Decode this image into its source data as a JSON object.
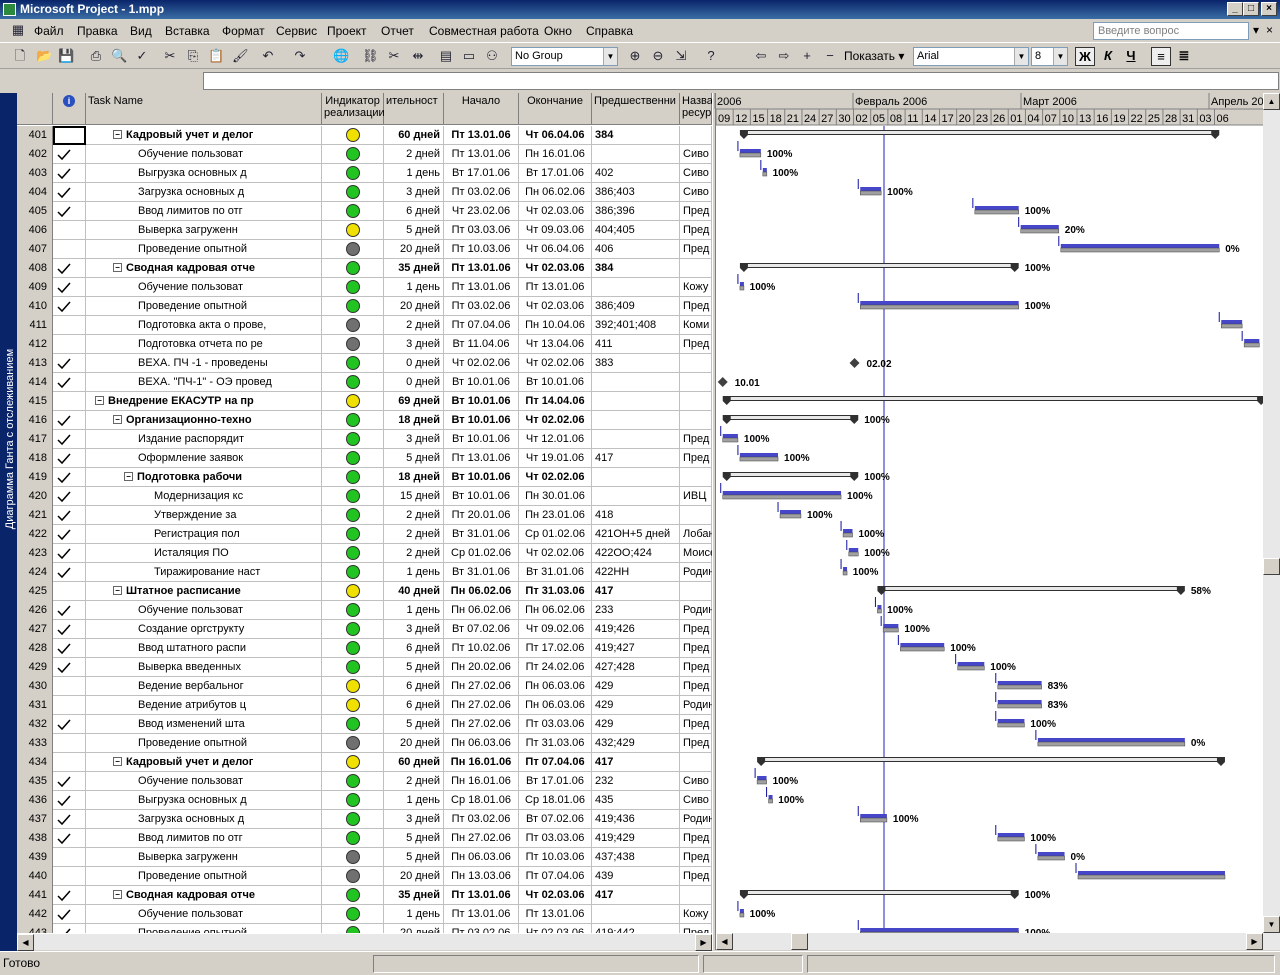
{
  "window": {
    "title": "Microsoft Project - 1.mpp"
  },
  "menu": [
    "Файл",
    "Правка",
    "Вид",
    "Вставка",
    "Формат",
    "Сервис",
    "Проект",
    "Отчет",
    "Совместная работа",
    "Окно",
    "Справка"
  ],
  "ask_placeholder": "Введите вопрос",
  "toolbar": {
    "group_value": "No Group",
    "show_label": "Показать",
    "font_value": "Arial",
    "size_value": "8",
    "bold": "Ж",
    "italic": "К",
    "underline": "Ч"
  },
  "view_bar_label": "Диаграмма Ганта с отслеживанием",
  "columns": {
    "info": "ℹ",
    "name": "Task Name",
    "indicator": "Индикатор реализации",
    "duration": "ительност",
    "start": "Начало",
    "finish": "Окончание",
    "pred": "Предшественни",
    "res": "Назва ресур"
  },
  "timescale": {
    "months": [
      "2006",
      "Февраль 2006",
      "Март 2006",
      "Апрель 20"
    ],
    "days": [
      "09",
      "12",
      "15",
      "18",
      "21",
      "24",
      "27",
      "30",
      "02",
      "05",
      "08",
      "11",
      "14",
      "17",
      "20",
      "23",
      "26",
      "01",
      "04",
      "07",
      "10",
      "13",
      "16",
      "19",
      "22",
      "25",
      "28",
      "31",
      "03",
      "06"
    ]
  },
  "colors": {
    "green": "#22c422",
    "yellow": "#f0e000",
    "gray": "#707070",
    "bar": "#4646c8",
    "summary": "#303030"
  },
  "tasks": [
    {
      "id": "401",
      "check": false,
      "name": "Кадровый учет и делог",
      "lvl": 2,
      "sum": true,
      "ind": "yellow",
      "dur": "60 дней",
      "start": "Пт 13.01.06",
      "finish": "Чт 06.04.06",
      "pred": "384",
      "res": "",
      "lab": ""
    },
    {
      "id": "402",
      "check": true,
      "name": "Обучение пользоват",
      "lvl": 3,
      "sum": false,
      "ind": "green",
      "dur": "2 дней",
      "start": "Пт 13.01.06",
      "finish": "Пн 16.01.06",
      "pred": "",
      "res": "Сиво",
      "lab": "100%"
    },
    {
      "id": "403",
      "check": true,
      "name": "Выгрузка основных д",
      "lvl": 3,
      "sum": false,
      "ind": "green",
      "dur": "1 день",
      "start": "Вт 17.01.06",
      "finish": "Вт 17.01.06",
      "pred": "402",
      "res": "Сиво",
      "lab": "100%"
    },
    {
      "id": "404",
      "check": true,
      "name": "Загрузка основных д",
      "lvl": 3,
      "sum": false,
      "ind": "green",
      "dur": "3 дней",
      "start": "Пт 03.02.06",
      "finish": "Пн 06.02.06",
      "pred": "386;403",
      "res": "Сиво",
      "lab": "100%"
    },
    {
      "id": "405",
      "check": true,
      "name": "Ввод лимитов по отг",
      "lvl": 3,
      "sum": false,
      "ind": "green",
      "dur": "6 дней",
      "start": "Чт 23.02.06",
      "finish": "Чт 02.03.06",
      "pred": "386;396",
      "res": "Пред",
      "lab": "100%"
    },
    {
      "id": "406",
      "check": false,
      "name": "Выверка загруженн",
      "lvl": 3,
      "sum": false,
      "ind": "yellow",
      "dur": "5 дней",
      "start": "Пт 03.03.06",
      "finish": "Чт 09.03.06",
      "pred": "404;405",
      "res": "Пред",
      "lab": "20%"
    },
    {
      "id": "407",
      "check": false,
      "name": "Проведение опытной",
      "lvl": 3,
      "sum": false,
      "ind": "gray",
      "dur": "20 дней",
      "start": "Пт 10.03.06",
      "finish": "Чт 06.04.06",
      "pred": "406",
      "res": "Пред",
      "lab": "0%"
    },
    {
      "id": "408",
      "check": true,
      "name": "Сводная кадровая отче",
      "lvl": 2,
      "sum": true,
      "ind": "green",
      "dur": "35 дней",
      "start": "Пт 13.01.06",
      "finish": "Чт 02.03.06",
      "pred": "384",
      "res": "",
      "lab": "100%"
    },
    {
      "id": "409",
      "check": true,
      "name": "Обучение пользоват",
      "lvl": 3,
      "sum": false,
      "ind": "green",
      "dur": "1 день",
      "start": "Пт 13.01.06",
      "finish": "Пт 13.01.06",
      "pred": "",
      "res": "Кожу",
      "lab": "100%"
    },
    {
      "id": "410",
      "check": true,
      "name": "Проведение опытной",
      "lvl": 3,
      "sum": false,
      "ind": "green",
      "dur": "20 дней",
      "start": "Пт 03.02.06",
      "finish": "Чт 02.03.06",
      "pred": "386;409",
      "res": "Пред",
      "lab": "100%"
    },
    {
      "id": "411",
      "check": false,
      "name": "Подготовка акта о прове,",
      "lvl": 3,
      "sum": false,
      "ind": "gray",
      "dur": "2 дней",
      "start": "Пт 07.04.06",
      "finish": "Пн 10.04.06",
      "pred": "392;401;408",
      "res": "Коми",
      "lab": ""
    },
    {
      "id": "412",
      "check": false,
      "name": "Подготовка отчета по ре",
      "lvl": 3,
      "sum": false,
      "ind": "gray",
      "dur": "3 дней",
      "start": "Вт 11.04.06",
      "finish": "Чт 13.04.06",
      "pred": "411",
      "res": "Пред",
      "lab": ""
    },
    {
      "id": "413",
      "check": true,
      "name": "ВЕХА. ПЧ -1 - проведены",
      "lvl": 3,
      "sum": false,
      "ind": "green",
      "dur": "0 дней",
      "start": "Чт 02.02.06",
      "finish": "Чт 02.02.06",
      "pred": "383",
      "res": "",
      "lab": "02.02"
    },
    {
      "id": "414",
      "check": true,
      "name": "ВЕХА. \"ПЧ-1\" - ОЭ провед",
      "lvl": 3,
      "sum": false,
      "ind": "green",
      "dur": "0 дней",
      "start": "Вт 10.01.06",
      "finish": "Вт 10.01.06",
      "pred": "",
      "res": "",
      "lab": "10.01"
    },
    {
      "id": "415",
      "check": false,
      "name": "Внедрение ЕКАСУТР на пр",
      "lvl": 1,
      "sum": true,
      "ind": "yellow",
      "dur": "69 дней",
      "start": "Вт 10.01.06",
      "finish": "Пт 14.04.06",
      "pred": "",
      "res": "",
      "lab": ""
    },
    {
      "id": "416",
      "check": true,
      "name": "Организационно-техно",
      "lvl": 2,
      "sum": true,
      "ind": "green",
      "dur": "18 дней",
      "start": "Вт 10.01.06",
      "finish": "Чт 02.02.06",
      "pred": "",
      "res": "",
      "lab": "100%"
    },
    {
      "id": "417",
      "check": true,
      "name": "Издание распорядит",
      "lvl": 3,
      "sum": false,
      "ind": "green",
      "dur": "3 дней",
      "start": "Вт 10.01.06",
      "finish": "Чт 12.01.06",
      "pred": "",
      "res": "Пред",
      "lab": "100%"
    },
    {
      "id": "418",
      "check": true,
      "name": "Оформление заявок",
      "lvl": 3,
      "sum": false,
      "ind": "green",
      "dur": "5 дней",
      "start": "Пт 13.01.06",
      "finish": "Чт 19.01.06",
      "pred": "417",
      "res": "Пред",
      "lab": "100%"
    },
    {
      "id": "419",
      "check": true,
      "name": "Подготовка рабочи",
      "lvl": 3,
      "sum": true,
      "ind": "green",
      "dur": "18 дней",
      "start": "Вт 10.01.06",
      "finish": "Чт 02.02.06",
      "pred": "",
      "res": "",
      "lab": "100%"
    },
    {
      "id": "420",
      "check": true,
      "name": "Модернизация кс",
      "lvl": 4,
      "sum": false,
      "ind": "green",
      "dur": "15 дней",
      "start": "Вт 10.01.06",
      "finish": "Пн 30.01.06",
      "pred": "",
      "res": "ИВЦ",
      "lab": "100%"
    },
    {
      "id": "421",
      "check": true,
      "name": "Утверждение за",
      "lvl": 4,
      "sum": false,
      "ind": "green",
      "dur": "2 дней",
      "start": "Пт 20.01.06",
      "finish": "Пн 23.01.06",
      "pred": "418",
      "res": "",
      "lab": "100%"
    },
    {
      "id": "422",
      "check": true,
      "name": "Регистрация пол",
      "lvl": 4,
      "sum": false,
      "ind": "green",
      "dur": "2 дней",
      "start": "Вт 31.01.06",
      "finish": "Ср 01.02.06",
      "pred": "421ОН+5 дней",
      "res": "Лобан",
      "lab": "100%"
    },
    {
      "id": "423",
      "check": true,
      "name": "Исталяция ПО",
      "lvl": 4,
      "sum": false,
      "ind": "green",
      "dur": "2 дней",
      "start": "Ср 01.02.06",
      "finish": "Чт 02.02.06",
      "pred": "422ОО;424",
      "res": "Моисе",
      "lab": "100%"
    },
    {
      "id": "424",
      "check": true,
      "name": "Тиражирование наст",
      "lvl": 4,
      "sum": false,
      "ind": "green",
      "dur": "1 день",
      "start": "Вт 31.01.06",
      "finish": "Вт 31.01.06",
      "pred": "422НН",
      "res": "Родин",
      "lab": "100%"
    },
    {
      "id": "425",
      "check": false,
      "name": "Штатное расписание",
      "lvl": 2,
      "sum": true,
      "ind": "yellow",
      "dur": "40 дней",
      "start": "Пн 06.02.06",
      "finish": "Пт 31.03.06",
      "pred": "417",
      "res": "",
      "lab": "58%"
    },
    {
      "id": "426",
      "check": true,
      "name": "Обучение пользоват",
      "lvl": 3,
      "sum": false,
      "ind": "green",
      "dur": "1 день",
      "start": "Пн 06.02.06",
      "finish": "Пн 06.02.06",
      "pred": "233",
      "res": "Родин",
      "lab": "100%"
    },
    {
      "id": "427",
      "check": true,
      "name": "Создание оргструкту",
      "lvl": 3,
      "sum": false,
      "ind": "green",
      "dur": "3 дней",
      "start": "Вт 07.02.06",
      "finish": "Чт 09.02.06",
      "pred": "419;426",
      "res": "Пред",
      "lab": "100%"
    },
    {
      "id": "428",
      "check": true,
      "name": "Ввод штатного распи",
      "lvl": 3,
      "sum": false,
      "ind": "green",
      "dur": "6 дней",
      "start": "Пт 10.02.06",
      "finish": "Пт 17.02.06",
      "pred": "419;427",
      "res": "Пред",
      "lab": "100%"
    },
    {
      "id": "429",
      "check": true,
      "name": "Выверка введенных",
      "lvl": 3,
      "sum": false,
      "ind": "green",
      "dur": "5 дней",
      "start": "Пн 20.02.06",
      "finish": "Пт 24.02.06",
      "pred": "427;428",
      "res": "Пред",
      "lab": "100%"
    },
    {
      "id": "430",
      "check": false,
      "name": "Ведение вербальног",
      "lvl": 3,
      "sum": false,
      "ind": "yellow",
      "dur": "6 дней",
      "start": "Пн 27.02.06",
      "finish": "Пн 06.03.06",
      "pred": "429",
      "res": "Пред",
      "lab": "83%"
    },
    {
      "id": "431",
      "check": false,
      "name": "Ведение атрибутов ц",
      "lvl": 3,
      "sum": false,
      "ind": "yellow",
      "dur": "6 дней",
      "start": "Пн 27.02.06",
      "finish": "Пн 06.03.06",
      "pred": "429",
      "res": "Родин",
      "lab": "83%"
    },
    {
      "id": "432",
      "check": true,
      "name": "Ввод изменений шта",
      "lvl": 3,
      "sum": false,
      "ind": "green",
      "dur": "5 дней",
      "start": "Пн 27.02.06",
      "finish": "Пт 03.03.06",
      "pred": "429",
      "res": "Пред",
      "lab": "100%"
    },
    {
      "id": "433",
      "check": false,
      "name": "Проведение опытной",
      "lvl": 3,
      "sum": false,
      "ind": "gray",
      "dur": "20 дней",
      "start": "Пн 06.03.06",
      "finish": "Пт 31.03.06",
      "pred": "432;429",
      "res": "Пред",
      "lab": "0%"
    },
    {
      "id": "434",
      "check": false,
      "name": "Кадровый учет и делог",
      "lvl": 2,
      "sum": true,
      "ind": "yellow",
      "dur": "60 дней",
      "start": "Пн 16.01.06",
      "finish": "Пт 07.04.06",
      "pred": "417",
      "res": "",
      "lab": ""
    },
    {
      "id": "435",
      "check": true,
      "name": "Обучение пользоват",
      "lvl": 3,
      "sum": false,
      "ind": "green",
      "dur": "2 дней",
      "start": "Пн 16.01.06",
      "finish": "Вт 17.01.06",
      "pred": "232",
      "res": "Сиво",
      "lab": "100%"
    },
    {
      "id": "436",
      "check": true,
      "name": "Выгрузка основных д",
      "lvl": 3,
      "sum": false,
      "ind": "green",
      "dur": "1 день",
      "start": "Ср 18.01.06",
      "finish": "Ср 18.01.06",
      "pred": "435",
      "res": "Сиво",
      "lab": "100%"
    },
    {
      "id": "437",
      "check": true,
      "name": "Загрузка основных д",
      "lvl": 3,
      "sum": false,
      "ind": "green",
      "dur": "3 дней",
      "start": "Пт 03.02.06",
      "finish": "Вт 07.02.06",
      "pred": "419;436",
      "res": "Родин",
      "lab": "100%"
    },
    {
      "id": "438",
      "check": true,
      "name": "Ввод лимитов по отг",
      "lvl": 3,
      "sum": false,
      "ind": "green",
      "dur": "5 дней",
      "start": "Пн 27.02.06",
      "finish": "Пт 03.03.06",
      "pred": "419;429",
      "res": "Пред",
      "lab": "100%"
    },
    {
      "id": "439",
      "check": false,
      "name": "Выверка загруженн",
      "lvl": 3,
      "sum": false,
      "ind": "gray",
      "dur": "5 дней",
      "start": "Пн 06.03.06",
      "finish": "Пт 10.03.06",
      "pred": "437;438",
      "res": "Пред",
      "lab": "0%"
    },
    {
      "id": "440",
      "check": false,
      "name": "Проведение опытной",
      "lvl": 3,
      "sum": false,
      "ind": "gray",
      "dur": "20 дней",
      "start": "Пн 13.03.06",
      "finish": "Пт 07.04.06",
      "pred": "439",
      "res": "Пред",
      "lab": ""
    },
    {
      "id": "441",
      "check": true,
      "name": "Сводная кадровая отче",
      "lvl": 2,
      "sum": true,
      "ind": "green",
      "dur": "35 дней",
      "start": "Пт 13.01.06",
      "finish": "Чт 02.03.06",
      "pred": "417",
      "res": "",
      "lab": "100%"
    },
    {
      "id": "442",
      "check": true,
      "name": "Обучение пользоват",
      "lvl": 3,
      "sum": false,
      "ind": "green",
      "dur": "1 день",
      "start": "Пт 13.01.06",
      "finish": "Пт 13.01.06",
      "pred": "",
      "res": "Кожу",
      "lab": "100%"
    },
    {
      "id": "443",
      "check": true,
      "name": "Проведение опытной",
      "lvl": 3,
      "sum": false,
      "ind": "green",
      "dur": "20 дней",
      "start": "Пт 03.02.06",
      "finish": "Чт 02.03.06",
      "pred": "419;442",
      "res": "Пред",
      "lab": "100%"
    }
  ],
  "status": {
    "text": "Готово"
  }
}
